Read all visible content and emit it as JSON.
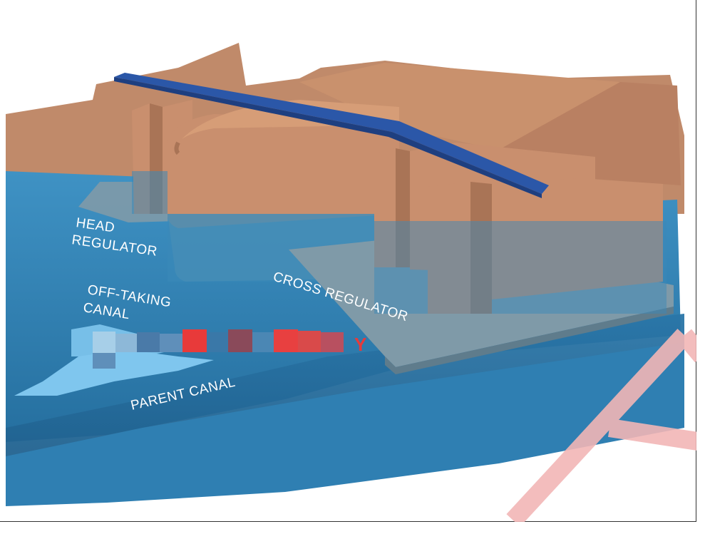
{
  "labels": {
    "head_regulator": [
      "HEAD",
      "REGULATOR"
    ],
    "off_taking_canal": [
      "OFF-TAKING",
      "CANAL"
    ],
    "cross_regulator": "CROSS REGULATOR",
    "parent_canal": "PARENT CANAL"
  },
  "overlay_text": "Y",
  "colors": {
    "water_deep": "#2e7fb0",
    "water_mid": "#3a8fc2",
    "water_light": "#5aa7d4",
    "masonry": "#c98f6e",
    "masonry_dark": "#a97456",
    "masonry_top": "#d9a27b",
    "bridge": "#2b57a8",
    "slab": "#7f9aa8",
    "arrow": "#7fc6ee",
    "watermark": "#f2b6b6",
    "overlay_red": "#e83a3a"
  }
}
